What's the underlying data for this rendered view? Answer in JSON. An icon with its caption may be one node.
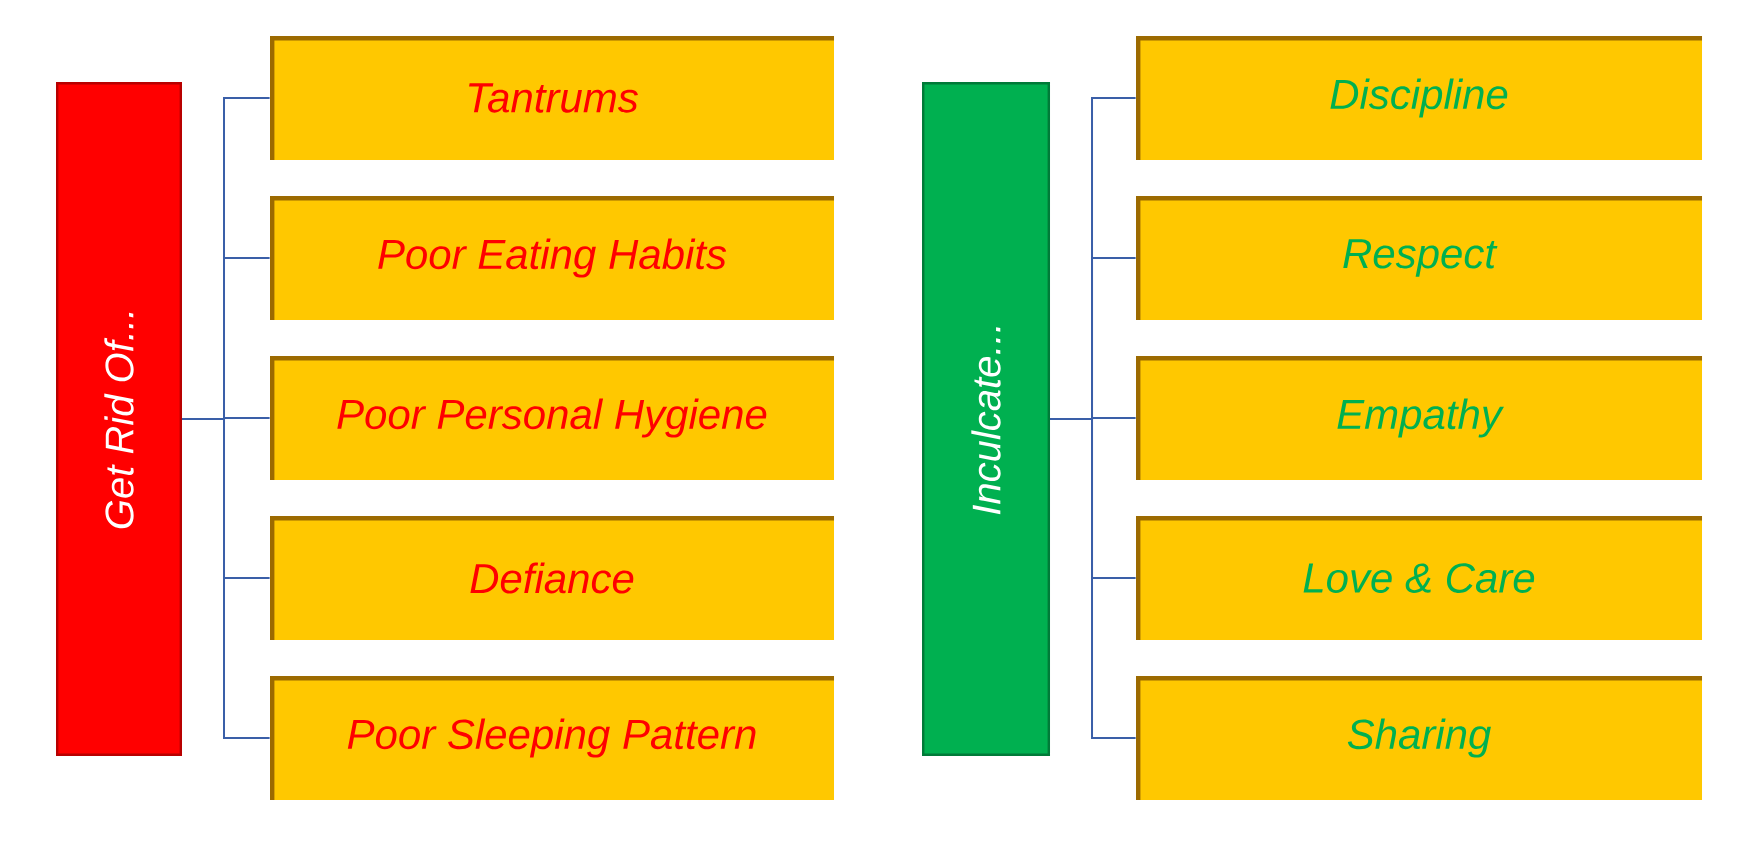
{
  "diagram": {
    "nodes": [
      {
        "text": [
          "Get Rid Of..."
        ]
      },
      {
        "text": [
          "Tantrums"
        ]
      },
      {
        "text": [
          "Poor Eating Habits"
        ]
      },
      {
        "text": [
          "Poor Personal Hygiene"
        ]
      },
      {
        "text": [
          "Defiance"
        ]
      },
      {
        "text": [
          "Poor Sleeping Pattern"
        ]
      },
      {
        "text": [
          "Inculcate..."
        ]
      },
      {
        "text": [
          "Discipline"
        ]
      },
      {
        "text": [
          "Respect"
        ]
      },
      {
        "text": [
          "Empathy"
        ]
      },
      {
        "text": [
          "Love & Care"
        ]
      },
      {
        "text": [
          "Sharing"
        ]
      }
    ],
    "edges": [
      {
        "from": 0,
        "to": 1,
        "arrow": "none"
      },
      {
        "from": 0,
        "to": 2,
        "arrow": "none"
      },
      {
        "from": 0,
        "to": 3,
        "arrow": "none"
      },
      {
        "from": 0,
        "to": 4,
        "arrow": "none"
      },
      {
        "from": 0,
        "to": 5,
        "arrow": "none"
      },
      {
        "from": 6,
        "to": 7,
        "arrow": "none"
      },
      {
        "from": 6,
        "to": 8,
        "arrow": "none"
      },
      {
        "from": 6,
        "to": 9,
        "arrow": "none"
      },
      {
        "from": 6,
        "to": 10,
        "arrow": "none"
      },
      {
        "from": 6,
        "to": 11,
        "arrow": "none"
      }
    ]
  }
}
